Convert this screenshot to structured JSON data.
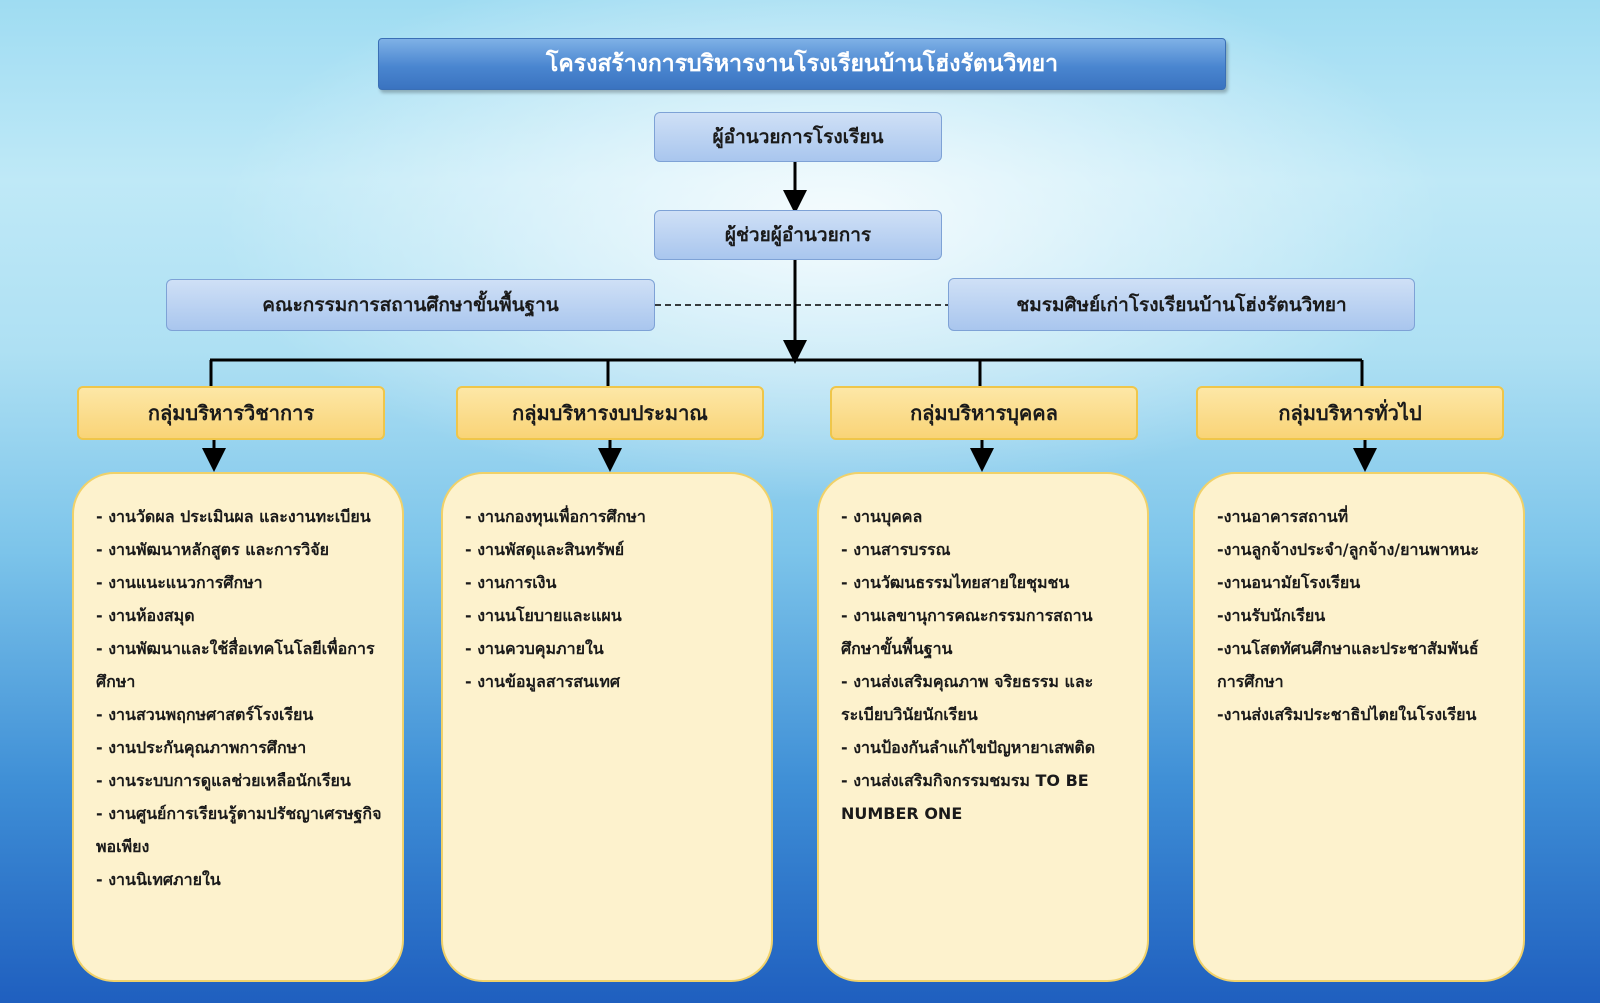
{
  "title": "โครงสร้างการบริหารงานโรงเรียนบ้านโฮ่งรัตนวิทยา",
  "director": "ผู้อำนวยการโรงเรียน",
  "assistant": "ผู้ช่วยผู้อำนวยการ",
  "committee": "คณะกรรมการสถานศึกษาขั้นพื้นฐาน",
  "alumni": "ชมรมศิษย์เก่าโรงเรียนบ้านโฮ่งรัตนวิทยา",
  "groups": [
    {
      "name": "กลุ่มบริหารวิชาการ",
      "tasks": [
        "- งานวัดผล ประเมินผล และงานทะเบียน",
        "- งานพัฒนาหลักสูตร และการวิจัย",
        "- งานแนะแนวการศึกษา",
        "- งานห้องสมุด",
        "- งานพัฒนาและใช้สื่อเทคโนโลยีเพื่อการศึกษา",
        "- งานสวนพฤกษศาสตร์โรงเรียน",
        "- งานประกันคุณภาพการศึกษา",
        "- งานระบบการดูแลช่วยเหลือนักเรียน",
        "- งานศูนย์การเรียนรู้ตามปรัชญาเศรษฐกิจพอเพียง",
        "- งานนิเทศภายใน"
      ]
    },
    {
      "name": "กลุ่มบริหารงบประมาณ",
      "tasks": [
        "- งานกองทุนเพื่อการศึกษา",
        "- งานพัสดุและสินทรัพย์",
        "- งานการเงิน",
        "- งานนโยบายและแผน",
        "- งานควบคุมภายใน",
        "- งานข้อมูลสารสนเทศ"
      ]
    },
    {
      "name": "กลุ่มบริหารบุคคล",
      "tasks": [
        "- งานบุคคล",
        "- งานสารบรรณ",
        "- งานวัฒนธรรมไทยสายใยชุมชน",
        "- งานเลขานุการคณะกรรมการสถานศึกษาขั้นพื้นฐาน",
        "- งานส่งเสริมคุณภาพ จริยธรรม และระเบียบวินัยนักเรียน",
        "- งานป้องกันลำแก้ไขปัญหายาเสพติด",
        "- งานส่งเสริมกิจกรรมชมรม TO BE NUMBER ONE"
      ]
    },
    {
      "name": "กลุ่มบริหารทั่วไป",
      "tasks": [
        "-งานอาคารสถานที่",
        "-งานลูกจ้างประจำ/ลูกจ้าง/ยานพาหนะ",
        "-งานอนามัยโรงเรียน",
        "-งานรับนักเรียน",
        "-งานโสตทัศนศึกษาและประชาสัมพันธ์การศึกษา",
        "-งานส่งเสริมประชาธิปไตยในโรงเรียน"
      ]
    }
  ]
}
